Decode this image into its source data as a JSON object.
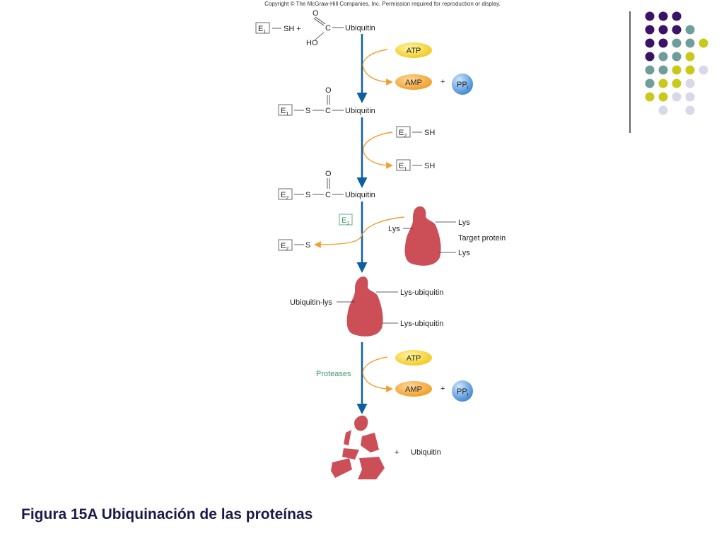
{
  "copyright": "Copyright © The McGraw-Hill Companies, Inc. Permission required for reproduction or display.",
  "caption": "Figura 15A Ubiquinación de las proteínas",
  "labels": {
    "E": "E",
    "sub1": "1",
    "sub2": "2",
    "sub3": "3",
    "SH": "SH",
    "SH_plus": "SH +",
    "S": "S",
    "C": "C",
    "O": "O",
    "HO": "HO",
    "ubiquitin": "Ubiquitin",
    "atp": "ATP",
    "amp": "AMP",
    "pp": "PP",
    "pp_sub": "i",
    "plus": "+",
    "lys": "Lys",
    "target_protein": "Target protein",
    "ubiquitin_lys": "Ubiquitin-lys",
    "lys_ubiquitin": "Lys-ubiquitin",
    "proteases": "Proteases",
    "plus_ubiquitin": "Ubiquitin"
  },
  "colors": {
    "arrow_blue": "#0d5fa3",
    "arrow_orange": "#f0a030",
    "atp_yellow": "#f3d02a",
    "amp_orange": "#f2a12e",
    "pp_blue": "#4a93d8",
    "protein_red": "#cc4f58",
    "enzyme_green": "#3d9a6b",
    "dot_purple": "#3b1366",
    "dot_teal": "#6f9e9a",
    "dot_yellow": "#c9c91b",
    "dot_lavender": "#d8d8e8"
  },
  "decor_dots": [
    [
      "dot_purple",
      "dot_purple",
      "dot_purple",
      null,
      null
    ],
    [
      "dot_purple",
      "dot_purple",
      "dot_purple",
      "dot_teal",
      null
    ],
    [
      "dot_purple",
      "dot_purple",
      "dot_teal",
      "dot_teal",
      "dot_yellow"
    ],
    [
      "dot_purple",
      "dot_teal",
      "dot_teal",
      "dot_yellow",
      null
    ],
    [
      "dot_teal",
      "dot_teal",
      "dot_yellow",
      "dot_yellow",
      "dot_lavender"
    ],
    [
      "dot_teal",
      "dot_yellow",
      "dot_yellow",
      "dot_lavender",
      null
    ],
    [
      "dot_yellow",
      "dot_yellow",
      "dot_lavender",
      "dot_lavender",
      null
    ],
    [
      null,
      "dot_lavender",
      null,
      "dot_lavender",
      null
    ]
  ]
}
